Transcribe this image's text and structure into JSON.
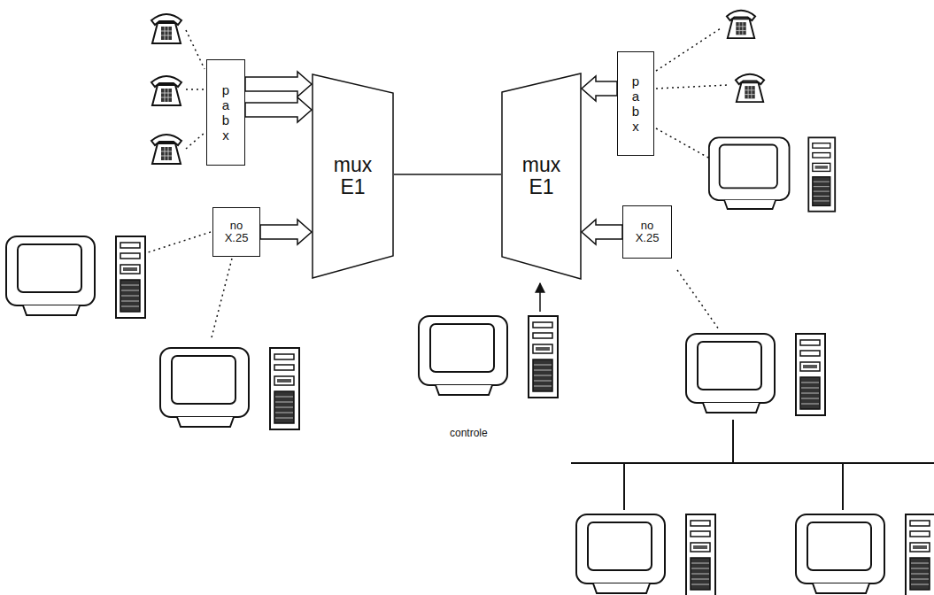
{
  "diagram": {
    "nodes": [
      {
        "text": [
          "pabx"
        ]
      },
      {
        "text": [
          "mux E1"
        ]
      },
      {
        "text": [
          "no X.25"
        ]
      },
      {
        "text": [
          "mux E1"
        ]
      },
      {
        "text": [
          "pabx"
        ]
      },
      {
        "text": [
          "no X.25"
        ]
      }
    ],
    "edges": [
      {
        "from": 0,
        "to": 1,
        "arrow": "to"
      },
      {
        "from": 2,
        "to": 1,
        "arrow": "to"
      },
      {
        "from": 1,
        "to": 3,
        "arrow": "none"
      },
      {
        "from": 4,
        "to": 3,
        "arrow": "to"
      },
      {
        "from": 5,
        "to": 3,
        "arrow": "to"
      }
    ],
    "labels": [
      "controle"
    ]
  }
}
